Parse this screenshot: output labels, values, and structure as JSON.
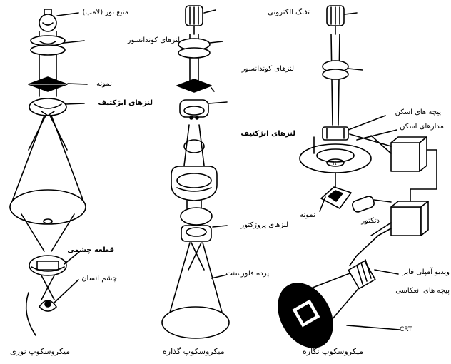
{
  "light_microscope": {
    "caption": "میکروسکوپ نوری",
    "labels": {
      "light_source": "منبع نور (لامپ)",
      "condenser": "لنزهای کوندانسور",
      "specimen": "نمونه",
      "objective": "لنزهای ابژکتیف",
      "eyepiece": "قطعه چشمی",
      "human_eye": "چشم انسان"
    }
  },
  "tem": {
    "caption": "میکروسکوپ گذاره",
    "labels": {
      "projector": "لنزهای پروژکتور",
      "screen": "پرده فلورسنت"
    }
  },
  "sem": {
    "caption": "میکروسکوپ نگاره",
    "labels": {
      "electron_gun": "تفنگ الکترونی",
      "condenser": "لنزهای کوندانسور",
      "scan_coils": "پیچه های اسکن",
      "scan_circuits": "مدارهای اسکن",
      "objective": "لنزهای ابژکتیف",
      "specimen": "نمونه",
      "detector": "دتکتور",
      "video_amplifier": "ویدیو آمپلی فایر",
      "deflection_coils": "پیچه های انعکاسی",
      "crt": "CRT"
    }
  }
}
